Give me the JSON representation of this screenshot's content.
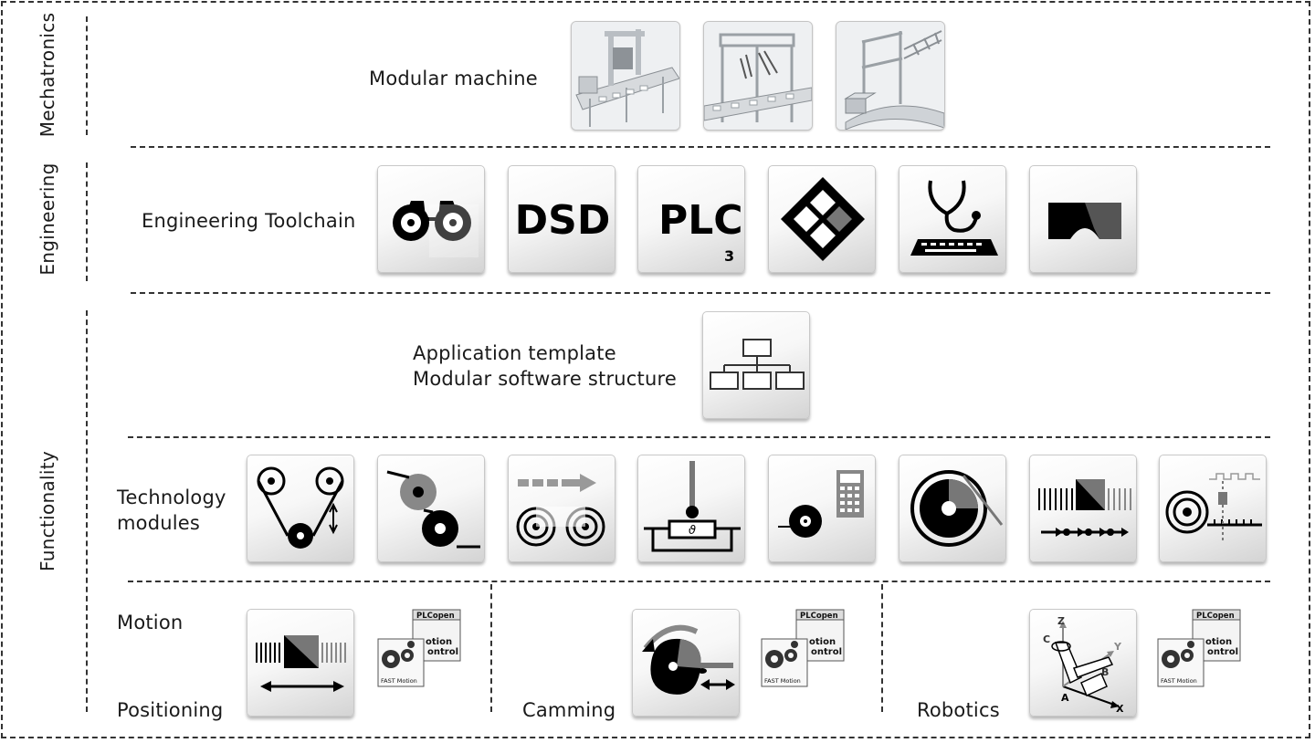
{
  "rows": {
    "mechatronics": "Mechatronics",
    "engineering": "Engineering",
    "functionality": "Functionality"
  },
  "labels": {
    "modular_machine": "Modular machine",
    "engineering_toolchain": "Engineering Toolchain",
    "application_template_line1": "Application template",
    "application_template_line2": "Modular software structure",
    "technology_modules_line1": "Technology",
    "technology_modules_line2": "modules",
    "motion": "Motion",
    "positioning": "Positioning",
    "camming": "Camming",
    "robotics": "Robotics"
  },
  "toolchain_icons": [
    {
      "icon": "binoculars-icon"
    },
    {
      "icon": "dsd-icon",
      "text": "DSD"
    },
    {
      "icon": "plc-icon",
      "text": "PLC",
      "sub": "3"
    },
    {
      "icon": "diamond-grid-icon"
    },
    {
      "icon": "stethoscope-keyboard-icon"
    },
    {
      "icon": "bridge-icon"
    }
  ],
  "technology_icons": [
    "dancer-rollers-icon",
    "nip-rollers-icon",
    "register-rollers-icon",
    "temperature-control-icon",
    "winder-calculator-icon",
    "winder-roll-icon",
    "cross-cutter-icon",
    "traverse-winder-icon"
  ],
  "badges": {
    "plcopen_text": "PLCopen",
    "motion_control_line1": "otion",
    "motion_control_line2": "ontrol",
    "fast_motion_text": "FAST Motion"
  },
  "robot_axes": {
    "a": "A",
    "x": "X",
    "y": "Y",
    "z": "Z",
    "b": "B",
    "c": "C"
  },
  "colors": {
    "dash": "#333333",
    "icon": "#000000",
    "icon_gray": "#888888"
  }
}
